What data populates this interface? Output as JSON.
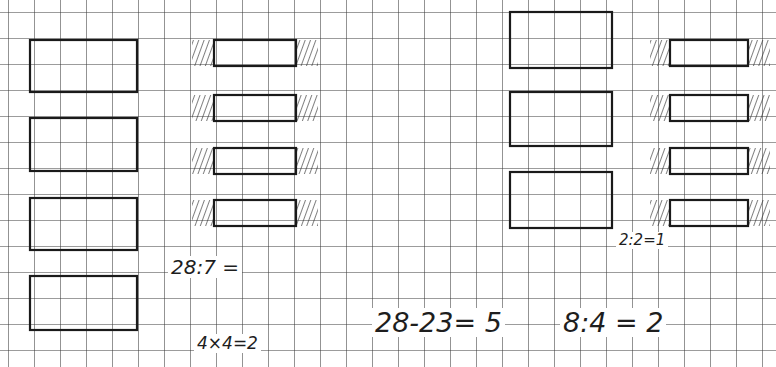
{
  "diagram": {
    "labels": [
      "28:7 =",
      "4×4=2",
      "2:2=1",
      "28-23= 5",
      "8:4 = 2"
    ]
  }
}
